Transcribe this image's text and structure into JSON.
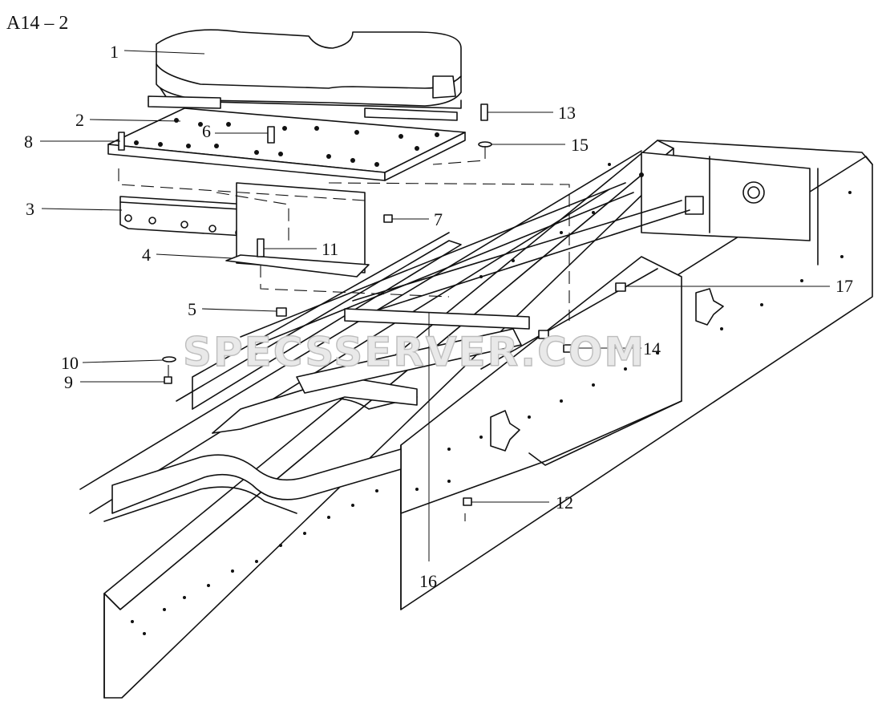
{
  "title": "A14 – 2",
  "watermark": "SPECSSERVER.COM",
  "callouts": [
    {
      "id": "1",
      "label": "1"
    },
    {
      "id": "2",
      "label": "2"
    },
    {
      "id": "3",
      "label": "3"
    },
    {
      "id": "4",
      "label": "4"
    },
    {
      "id": "5",
      "label": "5"
    },
    {
      "id": "6",
      "label": "6"
    },
    {
      "id": "7",
      "label": "7"
    },
    {
      "id": "8",
      "label": "8"
    },
    {
      "id": "9",
      "label": "9"
    },
    {
      "id": "10",
      "label": "10"
    },
    {
      "id": "11",
      "label": "11"
    },
    {
      "id": "12",
      "label": "12"
    },
    {
      "id": "13",
      "label": "13"
    },
    {
      "id": "14",
      "label": "14"
    },
    {
      "id": "15",
      "label": "15"
    },
    {
      "id": "16",
      "label": "16"
    },
    {
      "id": "17",
      "label": "17"
    }
  ]
}
